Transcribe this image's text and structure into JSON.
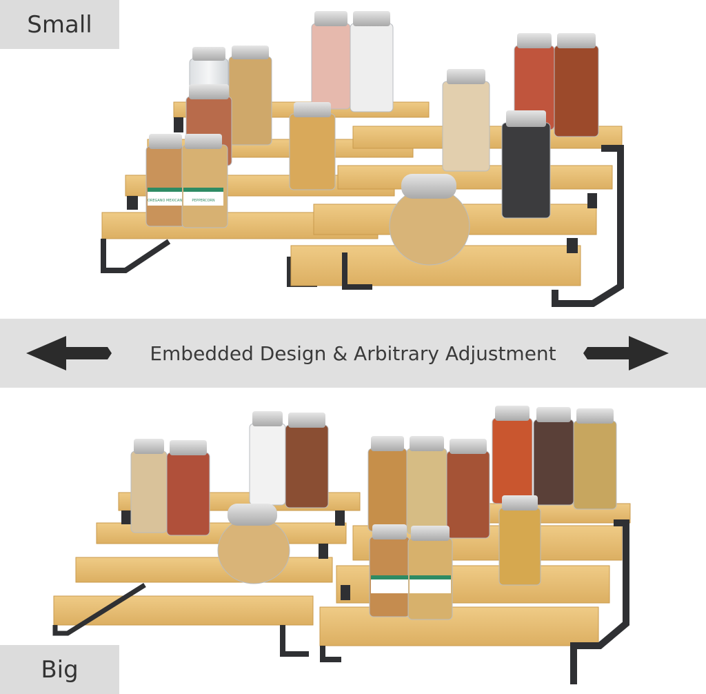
{
  "labels": {
    "top": "Small",
    "bottom": "Big"
  },
  "banner": {
    "text": "Embedded Design & Arbitrary Adjustment",
    "left_arrow_icon": "arrow-left-icon",
    "right_arrow_icon": "arrow-right-icon"
  },
  "jar_labels": {
    "oregano": "OREGANO MEXICAN",
    "peppercorn": "PEPPERCORN"
  },
  "colors": {
    "label_bg": "#dcdcdc",
    "banner_bg": "#e0e0e0",
    "text": "#333333",
    "arrow": "#2b2b2b",
    "bamboo": "#e7bf76",
    "bamboo_edge": "#d3a556",
    "metal": "#2f3033",
    "jar_lid": "#c9c9c9",
    "label_green": "#2e8b64"
  }
}
